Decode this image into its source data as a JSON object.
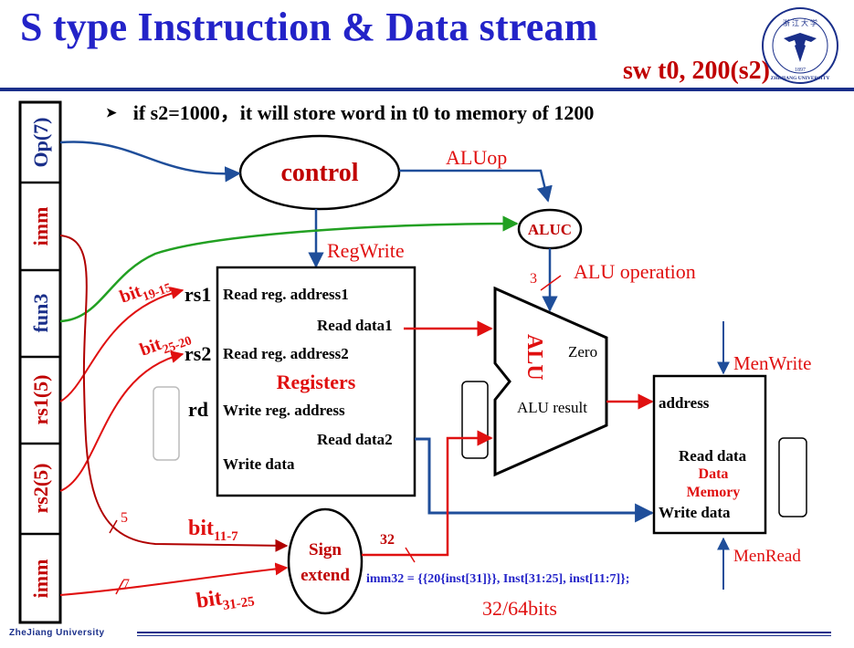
{
  "slide": {
    "title": "S type Instruction & Data stream",
    "subtitle": "sw  t0, 200(s2)",
    "bullet": "if  s2=1000，it  will  store  word in t0 to memory of  1200",
    "footer": "ZheJiang University"
  },
  "instruction_fields": [
    "Op(7)",
    "imm",
    "fun3",
    "rs1(5)",
    "rs2(5)",
    "imm"
  ],
  "control": {
    "label": "control",
    "aluop": "ALUop",
    "regwrite": "RegWrite",
    "aluc": "ALUC",
    "alu_operation_width": "3",
    "alu_operation": "ALU operation"
  },
  "registers": {
    "title": "Registers",
    "rs1": "rs1",
    "rs2": "rs2",
    "rd": "rd",
    "read_addr1": "Read reg. address1",
    "read_addr2": "Read reg. address2",
    "write_addr": "Write reg. address",
    "write_data": "Write data",
    "read_data1": "Read data1",
    "read_data2": "Read data2"
  },
  "bit_labels": {
    "b19_15_base": "bit",
    "b19_15_sub": "19-15",
    "b25_20_base": "bit",
    "b25_20_sub": "25-20",
    "b11_7_base": "bit",
    "b11_7_sub": "11-7",
    "b31_25_base": "bit",
    "b31_25_sub": "31-25",
    "width5": "5",
    "width7": "7",
    "width32": "32"
  },
  "alu": {
    "label": "ALU",
    "zero": "Zero",
    "result": "ALU result"
  },
  "memory": {
    "memwrite": "MenWrite",
    "memread": "MenRead",
    "address": "address",
    "read_data": "Read data",
    "title_line1": "Data",
    "title_line2": "Memory",
    "write_data": "Write data"
  },
  "sign_extend": {
    "line1": "Sign",
    "line2": "extend",
    "imm32": "imm32 = {{20{inst[31]}}, Inst[31:25], inst[11:7]};",
    "bits": "32/64bits"
  },
  "logo": {
    "chinese": "浙 江 大 学",
    "year": "1897",
    "english": "ZHEJIANG UNIVERSITY"
  },
  "colors": {
    "title": "#2323c8",
    "red": "#c00000",
    "wire_red": "#e01010",
    "wire_blue": "#1f4e9a",
    "wire_green": "#22a022",
    "wire_darkred": "#b00000"
  }
}
